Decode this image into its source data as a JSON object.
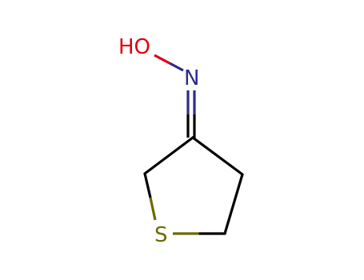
{
  "molecule": {
    "atoms": {
      "oxygen_label": "HO",
      "nitrogen_label": "N",
      "sulfur_label": "S"
    },
    "colors": {
      "bond": "#000000",
      "oxygen": "#e0000f",
      "nitrogen": "#2e2b8c",
      "sulfur": "#6b6b00",
      "background": "#ffffff"
    }
  }
}
